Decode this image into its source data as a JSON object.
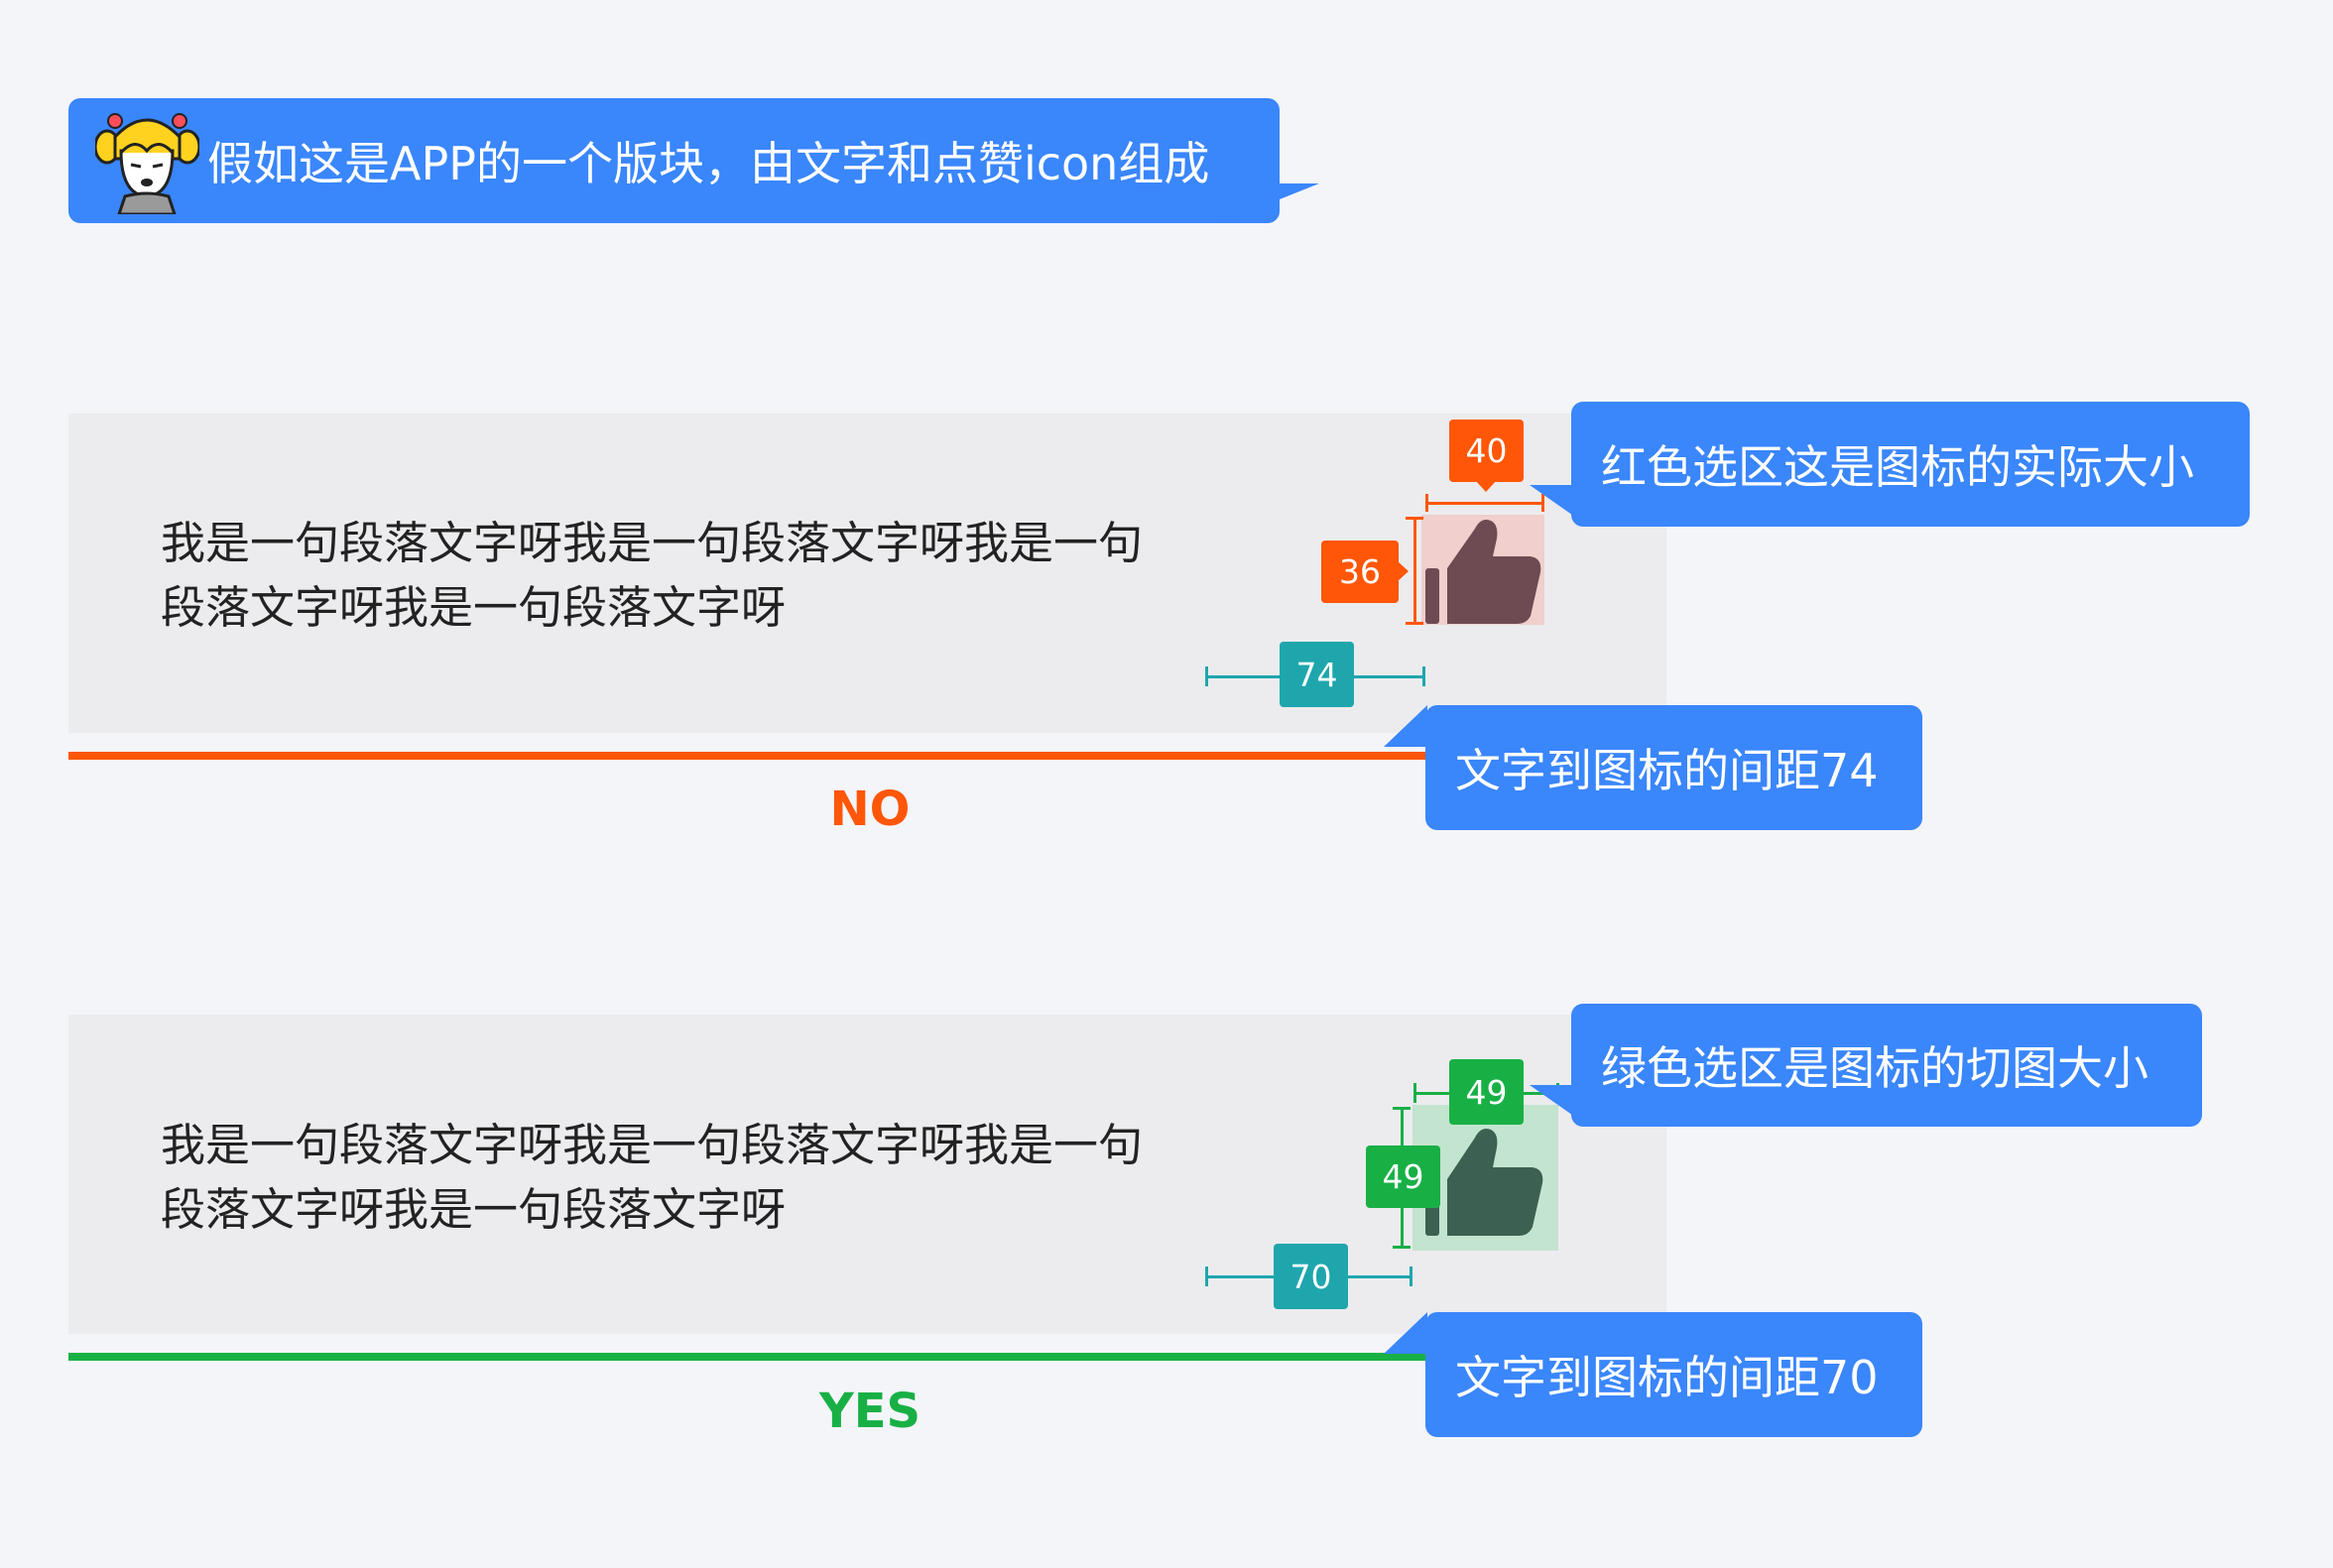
{
  "intro": {
    "text": "假如这是APP的一个版块，由文字和点赞icon组成",
    "avatar_icon": "cartoon-girl-avatar-icon"
  },
  "paragraph_text": "我是一句段落文字呀我是一句段落文字呀我是一句段落文字呀我是一句段落文字呀",
  "no_example": {
    "icon_width": "40",
    "icon_height": "36",
    "spacing": "74",
    "icon_note": "红色选区这是图标的实际大小",
    "spacing_note": "文字到图标的间距74",
    "verdict": "NO",
    "verdict_color": "#ff5607",
    "highlight_color": "#f0cfcc",
    "icon_color": "#6e4a52"
  },
  "yes_example": {
    "icon_width": "49",
    "icon_height": "49",
    "spacing": "70",
    "icon_note": "绿色选区是图标的切图大小",
    "spacing_note": "文字到图标的间距70",
    "verdict": "YES",
    "verdict_color": "#18b045",
    "highlight_color": "#c3e4cf",
    "icon_color": "#3c6152"
  },
  "colors": {
    "bubble": "#3a86fb",
    "measure_teal": "#1fa6ad",
    "page_bg": "#f4f5f9",
    "panel_bg": "#ececee"
  }
}
